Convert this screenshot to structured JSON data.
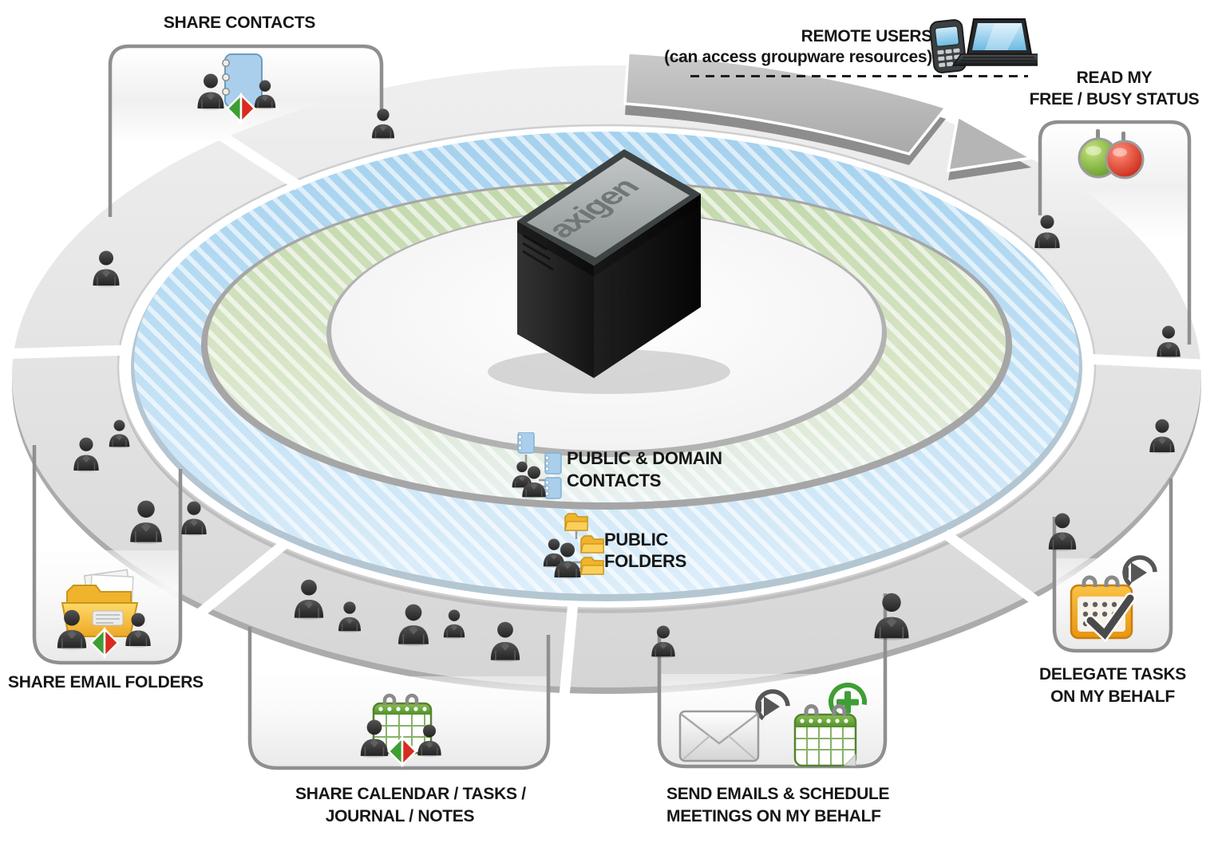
{
  "product": {
    "brand": "axigen"
  },
  "callouts": {
    "share_contacts": {
      "label": "SHARE CONTACTS",
      "icon": "shared-address-book-icon"
    },
    "remote_users": {
      "title": "REMOTE USERS",
      "subtitle": "(can access groupware resources)",
      "icon": "smartphone-laptop-icon"
    },
    "read_free_busy": {
      "line1": "READ MY",
      "line2": "FREE / BUSY STATUS",
      "icon": "free-busy-indicators-icon"
    },
    "delegate_tasks": {
      "line1": "DELEGATE TASKS",
      "line2": "ON MY BEHALF",
      "icon": "task-calendar-forward-icon"
    },
    "send_emails": {
      "line1": "SEND EMAILS & SCHEDULE",
      "line2": "MEETINGS ON MY BEHALF",
      "icon_email": "envelope-forward-icon",
      "icon_calendar": "calendar-add-icon"
    },
    "share_calendar": {
      "line1": "SHARE CALENDAR / TASKS /",
      "line2": "JOURNAL / NOTES",
      "icon": "shared-calendar-icon"
    },
    "share_email_folders": {
      "label": "SHARE EMAIL FOLDERS",
      "icon": "shared-email-folder-icon"
    }
  },
  "ring_labels": {
    "public_domain_contacts": {
      "line1": "PUBLIC & DOMAIN",
      "line2": "CONTACTS",
      "icon": "public-contacts-icon"
    },
    "public_folders": {
      "line1": "PUBLIC",
      "line2": "FOLDERS",
      "icon": "public-folders-icon"
    }
  },
  "colors": {
    "ring_gray": "#e6e6e6",
    "ring_blue": "#aed7f0",
    "ring_green": "#c8dcb2",
    "band_gray": "#b9b9b9",
    "share_green": "#3c9e33",
    "share_red": "#d92b1f",
    "free_green": "#5da428",
    "busy_red": "#dd2f1d",
    "folder_yellow": "#f5bc35",
    "calendar_green": "#64a33c",
    "task_orange": "#f2a93b",
    "book_blue": "#a9cfec"
  }
}
